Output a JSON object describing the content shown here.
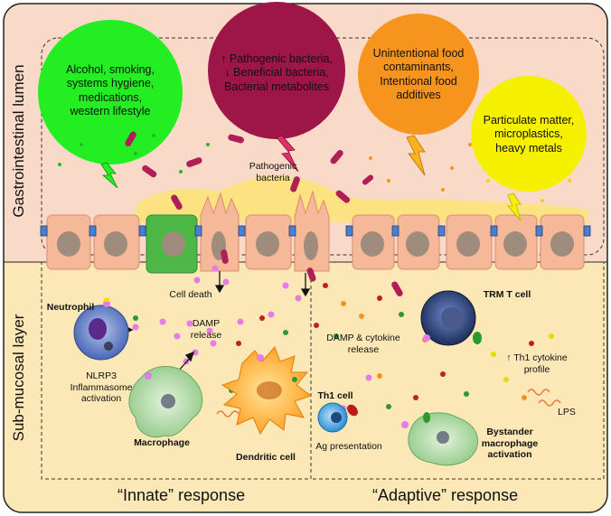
{
  "regions": {
    "lumen_label": "Gastrointestinal lumen",
    "submucosa_label": "Sub-mucosal layer",
    "innate_label": "“Innate” response",
    "adaptive_label": "“Adaptive” response"
  },
  "factors": {
    "lifestyle": {
      "lines": [
        "Alcohol, smoking,",
        "systems hygiene,",
        "medications,",
        "western lifestyle"
      ],
      "color": "#22ee22"
    },
    "microbial": {
      "lines": [
        "↑ Pathogenic bacteria,",
        "↓ Beneficial bacteria,",
        "Bacterial metabolites"
      ],
      "color": "#9e1548"
    },
    "food": {
      "lines": [
        "Unintentional food",
        "contaminants,",
        "Intentional food",
        "additives"
      ],
      "color": "#f7941d"
    },
    "particulate": {
      "lines": [
        "Particulate matter,",
        "microplastics,",
        "heavy metals"
      ],
      "color": "#f5f000"
    }
  },
  "labels": {
    "pathogenic_bacteria": [
      "Pathogenic",
      "bacteria"
    ],
    "cell_death": "Cell death",
    "damp_release": [
      "DAMP",
      "release"
    ],
    "neutrophil": "Neutrophil",
    "nlrp3": [
      "NLRP3",
      "Inflammasome",
      "activation"
    ],
    "macrophage": "Macrophage",
    "dendritic_cell": "Dendritic cell",
    "damp_cytokine": [
      "DAMP & cytokine",
      "release"
    ],
    "th1_cell": "Th1 cell",
    "ag_presentation": "Ag presentation",
    "trm_t_cell": "TRM T cell",
    "th1_profile": [
      "↑ Th1 cytokine",
      "profile"
    ],
    "lps": "LPS",
    "bystander": [
      "Bystander",
      "macrophage",
      "activation"
    ]
  },
  "colors": {
    "lumen_bg": "#f9d9c8",
    "submucosa_bg": "#fce8b6",
    "epithelium": "#f5b99a",
    "nucleus": "#a08c7c",
    "mucus": "#fde27a",
    "neutrophil": "#5b7cc8",
    "macrophage": "#a3d49a",
    "dendritic": "#ffb13b",
    "th1": "#4aa4e0",
    "trm": "#2a3b6e"
  }
}
